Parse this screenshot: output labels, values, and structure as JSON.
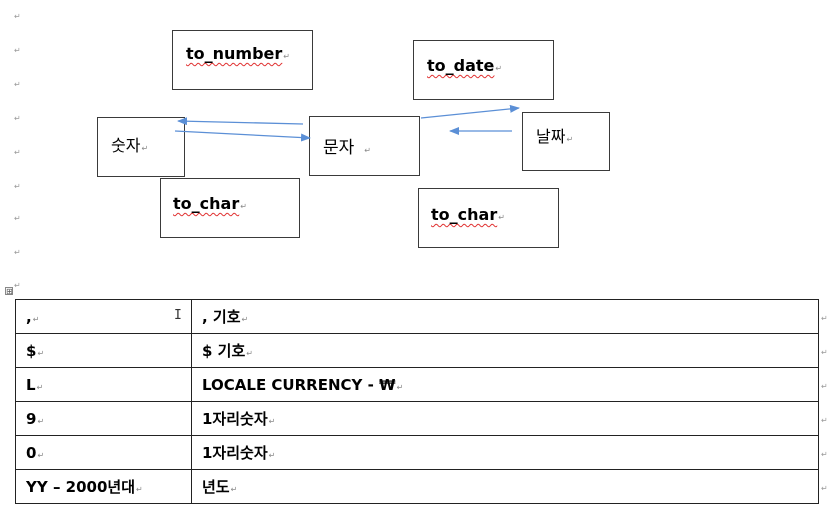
{
  "paragraph_mark": "↵",
  "diagram": {
    "boxes": {
      "to_number": "to_number",
      "to_date": "to_date",
      "number": "숫자",
      "string": "문자",
      "date": "날짜",
      "to_char_left": "to_char",
      "to_char_right": "to_char"
    }
  },
  "table": {
    "anchor_icon": "⊞",
    "rows": [
      {
        "col1": ",",
        "col2": ", 기호"
      },
      {
        "col1": "$",
        "col2": "$ 기호"
      },
      {
        "col1": "L",
        "col2": "LOCALE CURRENCY - ₩"
      },
      {
        "col1": "9",
        "col2": "1자리숫자"
      },
      {
        "col1": "0",
        "col2": "1자리숫자"
      },
      {
        "col1": "YY – 2000년대",
        "col2": "년도"
      }
    ]
  },
  "colors": {
    "arrow": "#5b8fd6",
    "spell_underline": "#e03030"
  }
}
